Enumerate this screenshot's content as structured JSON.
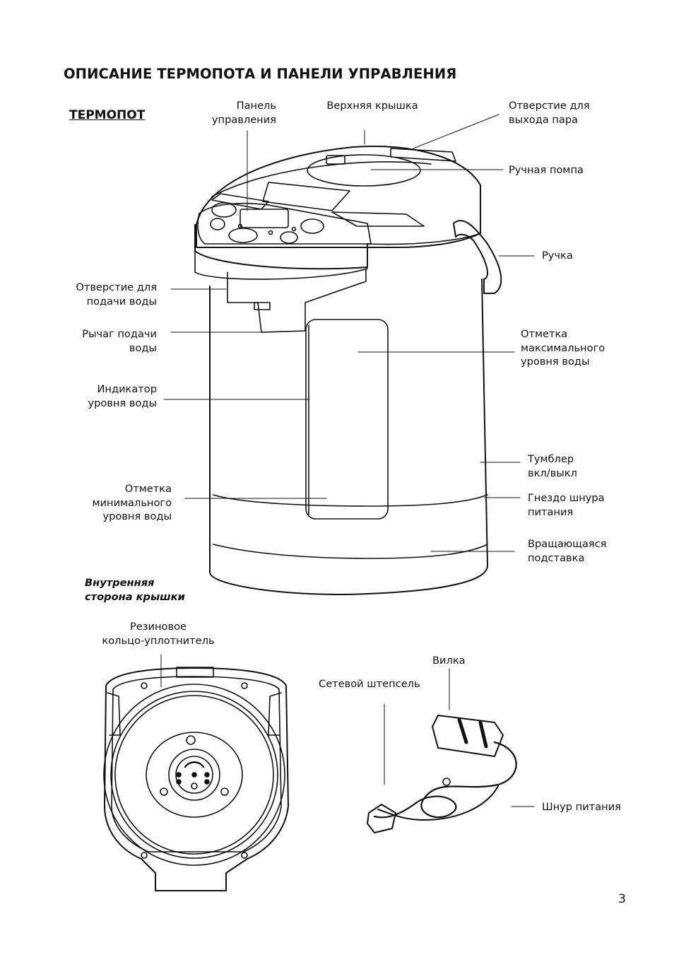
{
  "page": {
    "title": "ОПИСАНИЕ ТЕРМОПОТА И ПАНЕЛИ УПРАВЛЕНИЯ",
    "subtitle": "ТЕРМОПОТ",
    "page_number": "3"
  },
  "thermopot_labels": {
    "control_panel": "Панель\nуправления",
    "top_lid": "Верхняя крышка",
    "steam_vent": "Отверстие для\nвыхода пара",
    "manual_pump": "Ручная помпа",
    "handle": "Ручка",
    "water_outlet": "Отверстие для\nподачи воды",
    "water_lever": "Рычаг подачи\nводы",
    "level_indicator": "Индикатор\nуровня воды",
    "max_mark": "Отметка\nмаксимального\nуровня воды",
    "power_switch": "Тумблер\nвкл/выкл",
    "power_socket": "Гнездо шнура\nпитания",
    "min_mark": "Отметка\nминимального\nуровня воды",
    "rotating_base": "Вращающаяся\nподставка"
  },
  "lid_section": {
    "heading": "Внутренняя\nсторона крышки",
    "rubber_ring": "Резиновое\nкольцо-уплотнитель"
  },
  "cord_labels": {
    "plug": "Вилка",
    "mains_plug": "Сетевой штепсель",
    "power_cord": "Шнур питания"
  }
}
